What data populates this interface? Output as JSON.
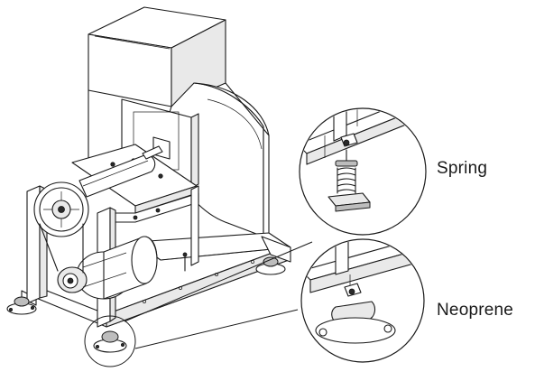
{
  "callouts": [
    {
      "id": "spring",
      "label": "Spring"
    },
    {
      "id": "neoprene",
      "label": "Neoprene"
    }
  ]
}
